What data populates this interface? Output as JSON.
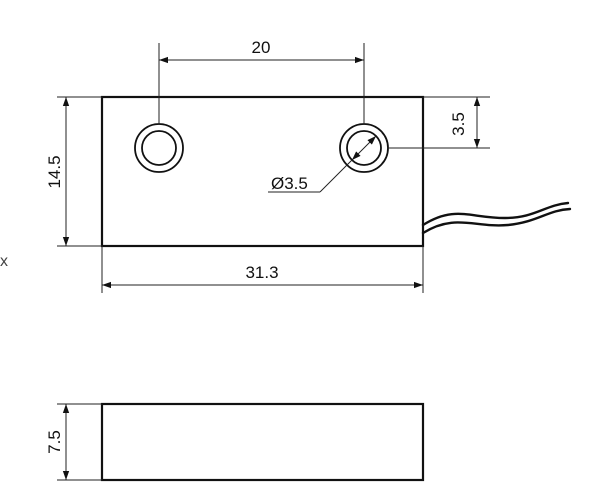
{
  "dimensions": {
    "hole_spacing": "20",
    "body_length": "31.3",
    "body_height": "14.5",
    "hole_offset": "3.5",
    "hole_diameter": "Ø3.5",
    "thickness": "7.5"
  },
  "edge_glyph": "x",
  "colors": {
    "line": "#111111",
    "background": "#ffffff"
  }
}
